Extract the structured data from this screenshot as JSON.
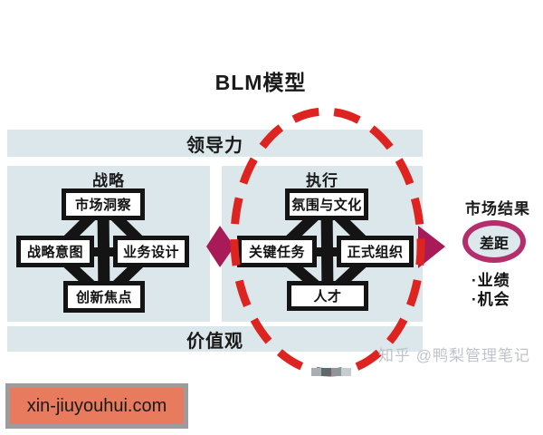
{
  "title": "BLM模型",
  "bands": {
    "leadership": "领导力",
    "values": "价值观"
  },
  "strategy": {
    "label": "战略",
    "top": "市场洞察",
    "left": "战略意图",
    "right": "业务设计",
    "bottom": "创新焦点"
  },
  "execution": {
    "label": "执行",
    "top": "氛围与文化",
    "left": "关键任务",
    "right": "正式组织",
    "bottom": "人才"
  },
  "results": {
    "label": "市场结果",
    "gap": "差距",
    "bullets": [
      "·业绩",
      "·机会"
    ]
  },
  "watermark": "知乎 @鸭梨管理笔记",
  "footer": {
    "url": "xin-jiuyouhui.com"
  },
  "colors": {
    "panel": "#dbe7ea",
    "magenta": "#a81a58",
    "gap_ring": "#b42d6d",
    "red_dash": "#dd2420",
    "salmon": "#e87a5e"
  }
}
